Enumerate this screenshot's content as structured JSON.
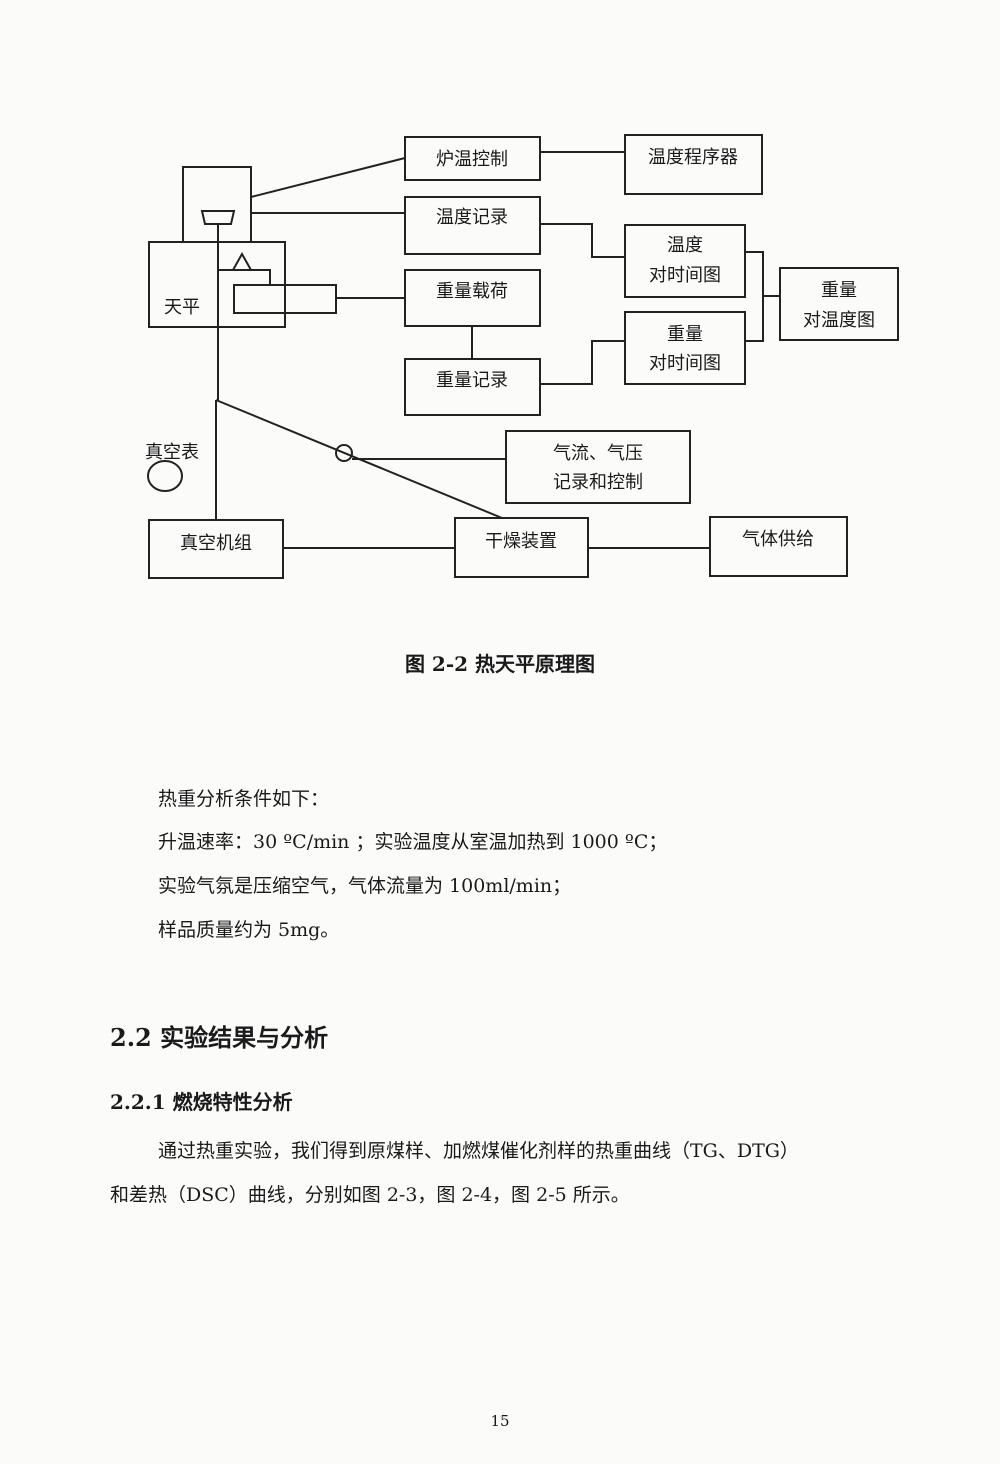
{
  "figure": {
    "boxes": {
      "furnace_control": "炉温控制",
      "temp_programmer": "温度程序器",
      "temp_record": "温度记录",
      "temp_vs_time_1": "温度",
      "temp_vs_time_2": "对时间图",
      "balance": "天平",
      "weight_load": "重量载荷",
      "weight_vs_temp_1": "重量",
      "weight_vs_temp_2": "对温度图",
      "weight_vs_time_1": "重量",
      "weight_vs_time_2": "对时间图",
      "weight_record": "重量记录",
      "vacuum_gauge": "真空表",
      "gas_flow_1": "气流、气压",
      "gas_flow_2": "记录和控制",
      "vacuum_unit": "真空机组",
      "drying_device": "干燥装置",
      "gas_supply": "气体供给"
    },
    "caption": "图 2-2  热天平原理图"
  },
  "conditions": {
    "intro": "热重分析条件如下：",
    "line1": "升温速率：30 ºC/min ；实验温度从室温加热到 1000 ºC；",
    "line2": "实验气氛是压缩空气，气体流量为 100ml/min；",
    "line3": "样品质量约为 5mg。"
  },
  "section": {
    "heading": "2.2  实验结果与分析"
  },
  "subsection": {
    "heading": "2.2.1 燃烧特性分析"
  },
  "paragraph": {
    "line1": "通过热重实验，我们得到原煤样、加燃煤催化剂样的热重曲线（TG、DTG）",
    "line2": "和差热（DSC）曲线，分别如图 2-3，图 2-4，图 2-5 所示。"
  },
  "footer": {
    "page_number": "15"
  }
}
